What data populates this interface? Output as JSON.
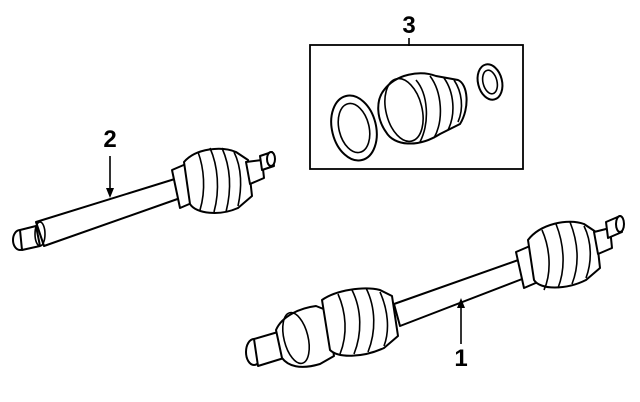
{
  "diagram": {
    "callouts": {
      "part_1": "1",
      "part_2": "2",
      "part_3": "3"
    },
    "parts": [
      {
        "id": "part_1",
        "icon": "front-axle-shaft-assembly"
      },
      {
        "id": "part_2",
        "icon": "rear-axle-shaft-assembly"
      },
      {
        "id": "part_3",
        "icon": "cv-boot-kit"
      }
    ],
    "colors": {
      "line": "#000000",
      "background": "#ffffff"
    }
  }
}
